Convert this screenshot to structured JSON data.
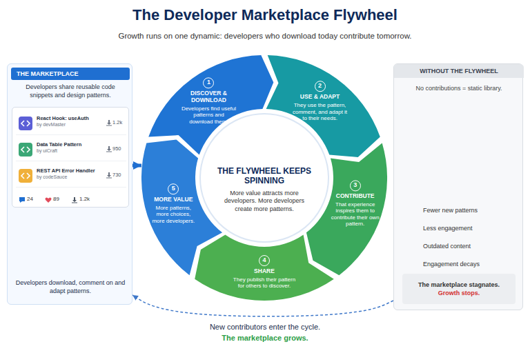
{
  "diagram": {
    "title": "The Developer Marketplace Flywheel",
    "nodes": [
      {
        "text": [
          "THE MARKETPLACE",
          "Developers share reusable code snippets and design patterns.",
          "Developers download, comment on and adapt patterns."
        ]
      },
      {
        "text": [
          "24",
          "89",
          "1.2k"
        ],
        "in": 0
      },
      {
        "text": [
          "React Hook: useAuth",
          "by devMaster",
          "1.2k"
        ],
        "in": 1
      },
      {
        "text": [
          "Data Table Pattern",
          "by uiCraft",
          "950"
        ],
        "in": 1
      },
      {
        "text": [
          "REST API Error Handler",
          "by codeSauce",
          "730"
        ],
        "in": 1
      },
      {
        "text": [
          "1",
          "DISCOVER & DOWNLOAD",
          "Developers find useful patterns and download them."
        ]
      },
      {
        "text": [
          "2",
          "USE & ADAPT",
          "They use the pattern, comment, and adapt it to their needs."
        ]
      },
      {
        "text": [
          "3",
          "CONTRIBUTE",
          "That experience inspires them to contribute their own pattern."
        ]
      },
      {
        "text": [
          "4",
          "SHARE",
          "They publish their pattern for others to discover."
        ]
      },
      {
        "text": [
          "5",
          "MORE VALUE",
          "More patterns, more choices, more developers."
        ]
      },
      {
        "text": [
          "THE FLYWHEEL KEEPS SPINNING",
          "More value attracts more developers. More developers create more patterns."
        ]
      },
      {
        "text": [
          "WITHOUT THE FLYWHEEL",
          "No contributions = static library.",
          "Fewer new patterns",
          "Less engagement",
          "Outdated content",
          "Engagement decays"
        ]
      },
      {
        "text": [
          "The marketplace stagnates.",
          "Growth stops."
        ],
        "in": 11
      }
    ],
    "edges": [
      {
        "from": 0,
        "to": 9,
        "arrow": "to"
      },
      {
        "from": 11,
        "to": 0,
        "arrow": "to"
      }
    ],
    "labels": [
      "Growth runs on one dynamic: developers who download today contribute tomorrow.",
      "New contributors enter the cycle.",
      "The marketplace grows."
    ]
  }
}
